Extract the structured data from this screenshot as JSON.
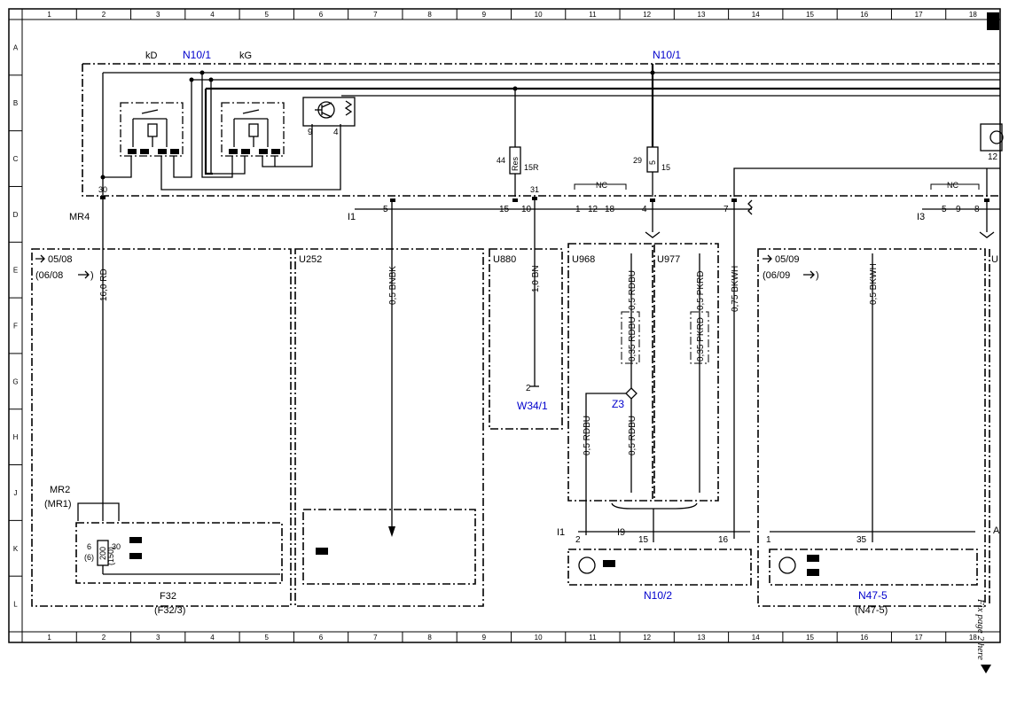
{
  "grid": {
    "columns": [
      "1",
      "2",
      "3",
      "4",
      "5",
      "6",
      "7",
      "8",
      "9",
      "10",
      "11",
      "12",
      "13",
      "14",
      "15",
      "16",
      "17",
      "18"
    ],
    "rows": [
      "A",
      "B",
      "C",
      "D",
      "E",
      "F",
      "G",
      "H",
      "J",
      "K",
      "L"
    ]
  },
  "top_labels": {
    "kd": "kD",
    "n10_1_a": "N10/1",
    "kg": "kG",
    "n10_1_b": "N10/1"
  },
  "connector_labels": {
    "mr4": "MR4",
    "pin30": "30",
    "i1": "I1",
    "pin5": "5",
    "pin15": "15",
    "pin10": "10",
    "pin31": "31",
    "pin1": "1",
    "pin12": "12",
    "pin18": "18",
    "pin4": "4",
    "pin7": "7",
    "i3": "I3",
    "pin5b": "5",
    "pin9": "9",
    "pin8": "8",
    "nc1": "NC",
    "nc2": "NC",
    "relay_pin9": "9",
    "relay_pin4": "4",
    "fuse44": "44",
    "fuse44_label": "15R",
    "fuse44_text": "Res",
    "fuse29": "29",
    "fuse29_label": "15",
    "fuse29_text": "5",
    "right_pin12": "12"
  },
  "sections": [
    {
      "id": "s1",
      "title": "05/08",
      "sub": "(06/08",
      "wire": "16,0 RD"
    },
    {
      "id": "s2",
      "title": "U252",
      "wire": "0,5 BNBK"
    },
    {
      "id": "s3",
      "title": "U880",
      "wire": "1,0 BN",
      "pin": "2",
      "component": "W34/1"
    },
    {
      "id": "s4",
      "title": "U968",
      "wire_a": "0,5 RDBU",
      "wire_b": "0,35 RDBU",
      "wire_c": "0,5 RDBU",
      "wire_d": "0,5 RDBU",
      "splice": "Z3"
    },
    {
      "id": "s5",
      "title": "U977",
      "wire_a": "0,5 PKRD",
      "wire_b": "0,35 PKRD"
    },
    {
      "id": "s6",
      "wire": "0,75 BKWH"
    },
    {
      "id": "s7",
      "title": "05/09",
      "sub": "(06/09",
      "wire": "0,5 BKWH"
    }
  ],
  "lower": {
    "mr2": "MR2",
    "mr1": "(MR1)",
    "f32_pin6": "6",
    "f32_pin6b": "(6)",
    "f32_200": "200",
    "f32_30": "30",
    "f32_150": "(150)",
    "f32": "F32",
    "f32_3": "(F32/3)",
    "i1": "I1",
    "i9": "I9",
    "pin2": "2",
    "pin15": "15",
    "pin16": "16",
    "n10_2": "N10/2",
    "pin1": "1",
    "pin35": "35",
    "n47_5": "N47-5",
    "n47_5b": "(N47-5)",
    "right_u": "U",
    "right_a": "A"
  },
  "margin_note": "Fix page 2 here",
  "corner_number": "18"
}
